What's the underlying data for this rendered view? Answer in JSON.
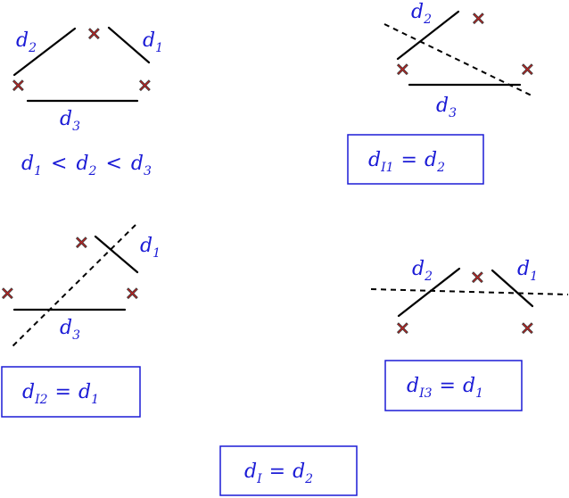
{
  "panel_top_left": {
    "label_d1": "d",
    "label_d1_sub": "1",
    "label_d2": "d",
    "label_d2_sub": "2",
    "label_d3": "d",
    "label_d3_sub": "3",
    "inequality": {
      "a": "d",
      "a_sub": "1",
      "lt1": "<",
      "b": "d",
      "b_sub": "2",
      "lt2": "<",
      "c": "d",
      "c_sub": "3"
    }
  },
  "panel_top_right": {
    "label_d2": "d",
    "label_d2_sub": "2",
    "label_d3": "d",
    "label_d3_sub": "3",
    "result": {
      "lhs": "d",
      "lhs_sub": "I1",
      "eq": "=",
      "rhs": "d",
      "rhs_sub": "2"
    }
  },
  "panel_mid_left": {
    "label_d1": "d",
    "label_d1_sub": "1",
    "label_d3": "d",
    "label_d3_sub": "3",
    "result": {
      "lhs": "d",
      "lhs_sub": "I2",
      "eq": "=",
      "rhs": "d",
      "rhs_sub": "1"
    }
  },
  "panel_mid_right": {
    "label_d1": "d",
    "label_d1_sub": "1",
    "label_d2": "d",
    "label_d2_sub": "2",
    "result": {
      "lhs": "d",
      "lhs_sub": "I3",
      "eq": "=",
      "rhs": "d",
      "rhs_sub": "1"
    }
  },
  "final_result": {
    "lhs": "d",
    "lhs_sub": "I",
    "eq": "=",
    "rhs": "d",
    "rhs_sub": "2"
  },
  "marker_glyph": "✕",
  "colors": {
    "text": "#1b1bd6",
    "marker": "#c3201f",
    "line": "#000000"
  }
}
